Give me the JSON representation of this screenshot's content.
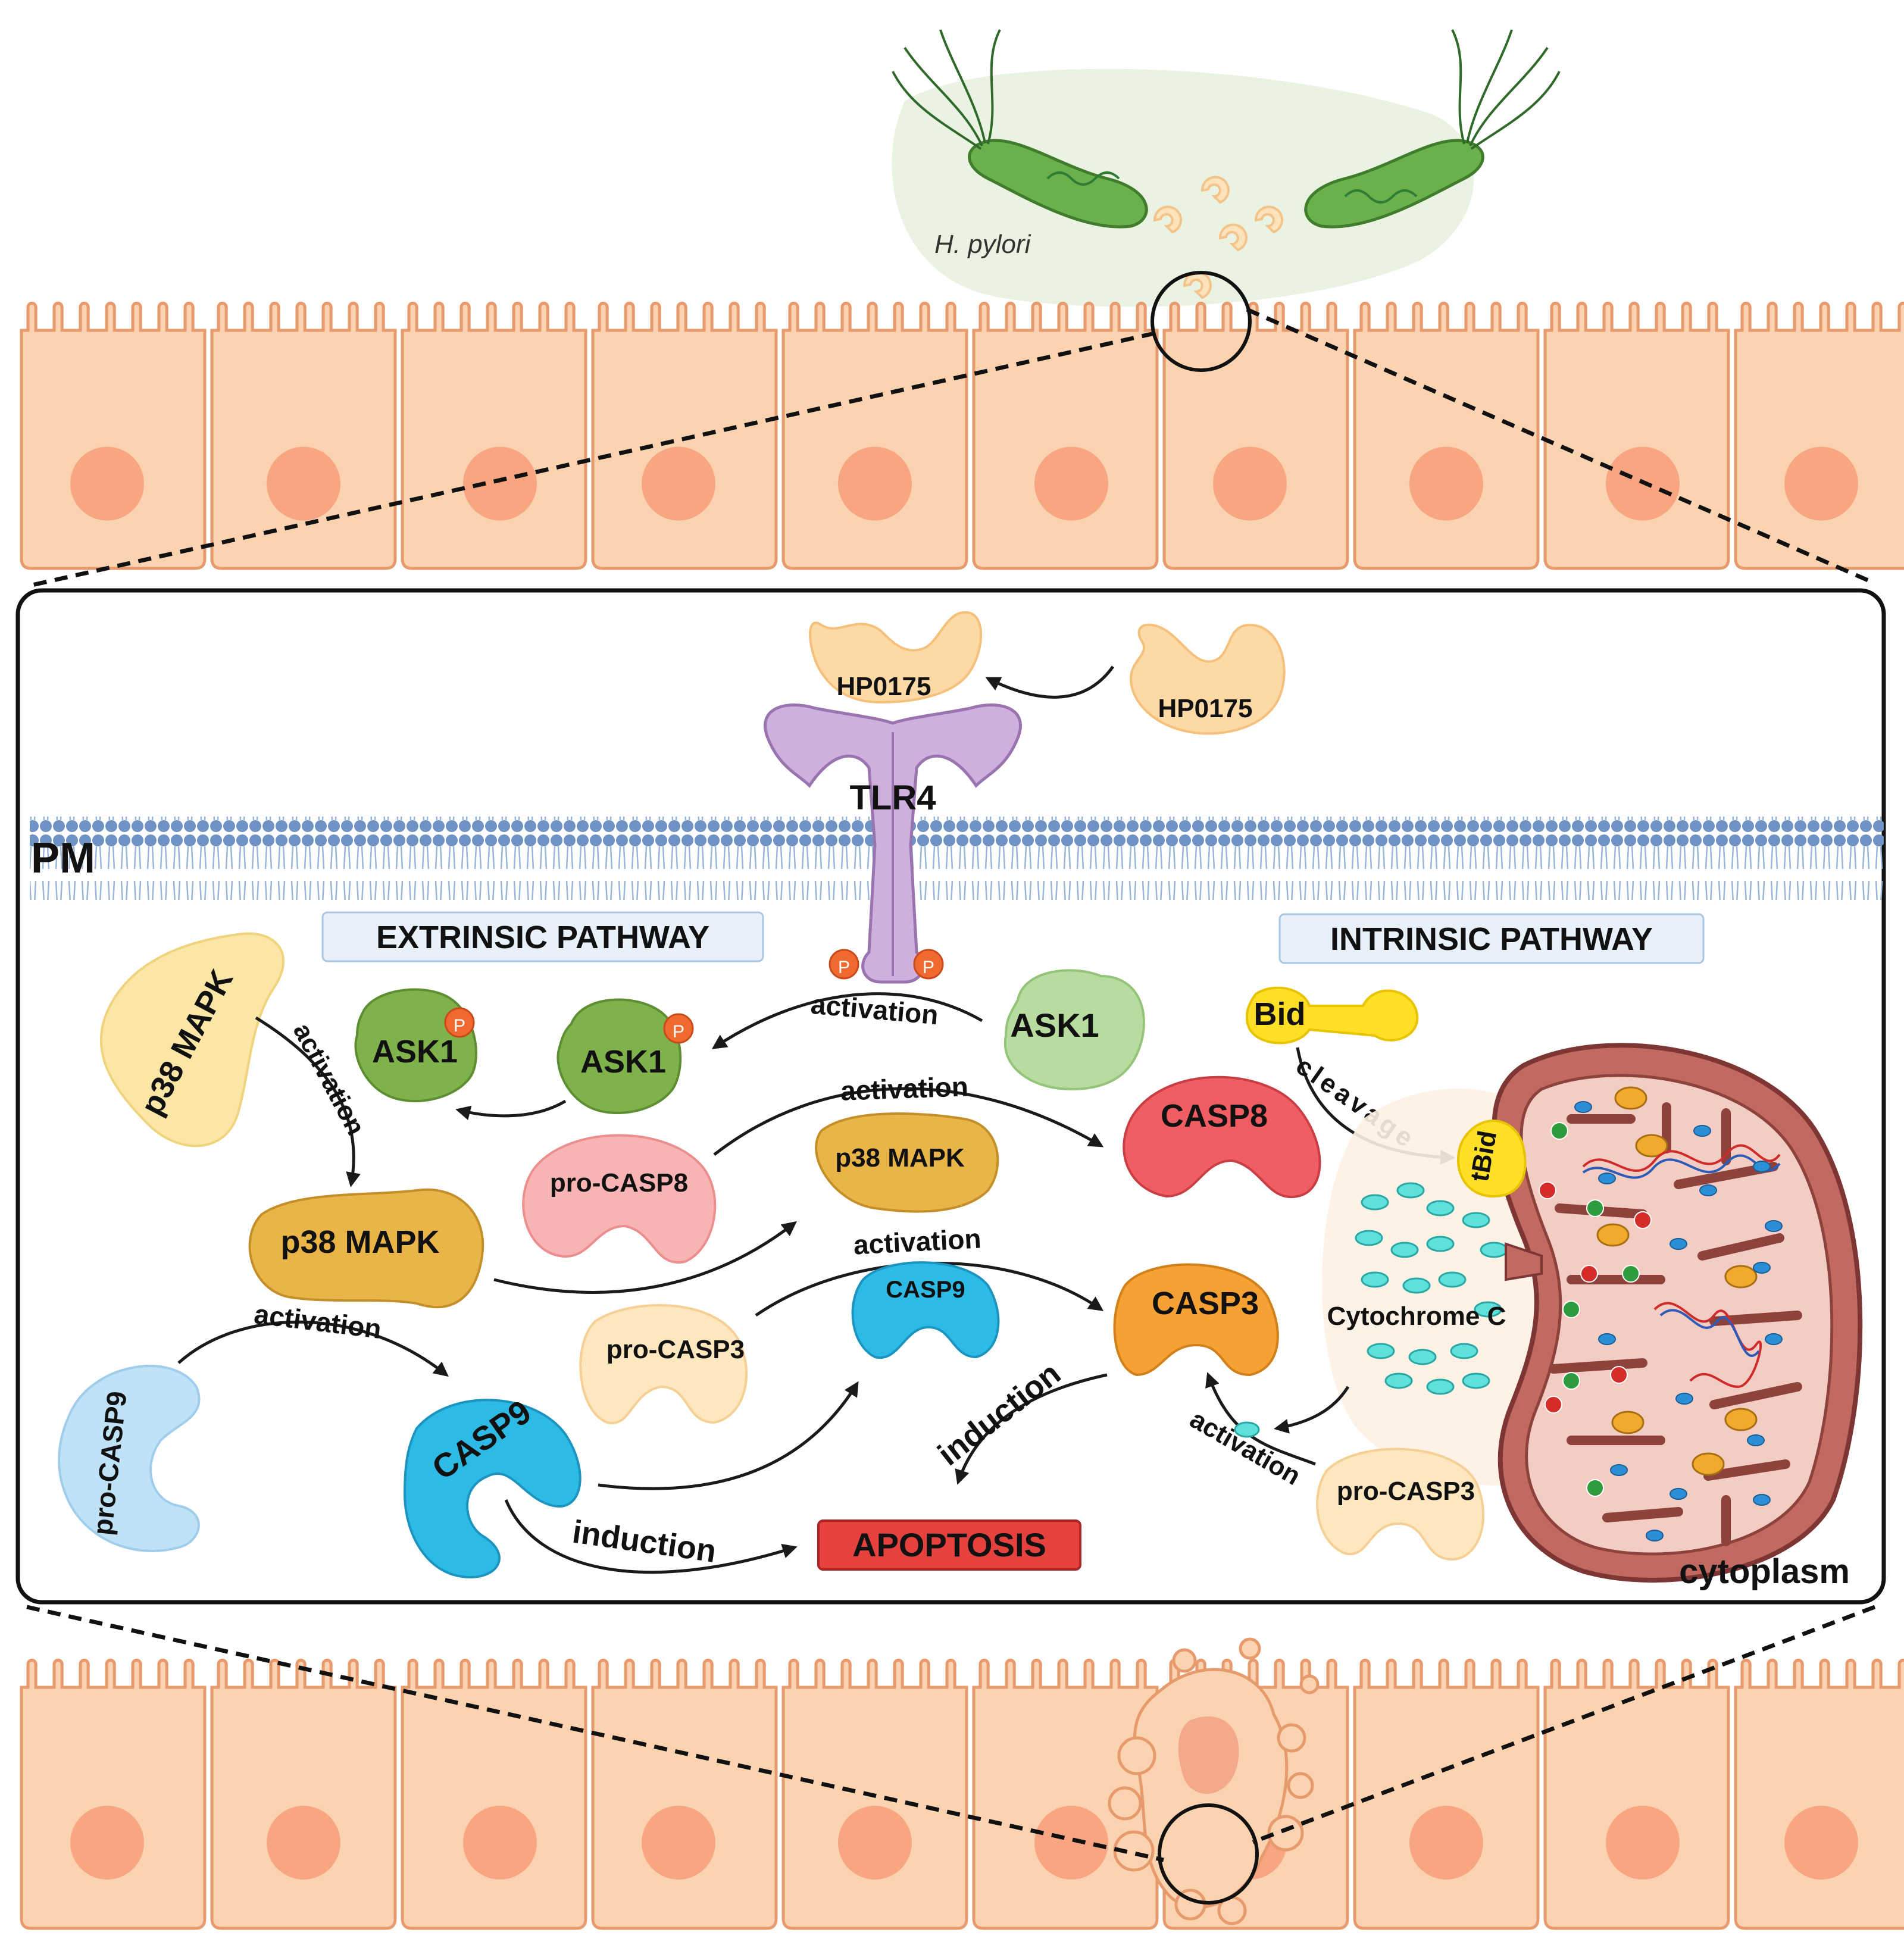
{
  "top": {
    "bacteria_label": "H. pylori"
  },
  "membrane": {
    "label": "PM"
  },
  "pathways": {
    "extrinsic": "EXTRINSIC PATHWAY",
    "intrinsic": "INTRINSIC PATHWAY"
  },
  "proteins": {
    "hp0175_bound": "HP0175",
    "hp0175_free": "HP0175",
    "tlr4": "TLR4",
    "ask1_free": "ASK1",
    "ask1_p_mid": "ASK1",
    "ask1_p_left": "ASK1",
    "p38_inactive": "p38 MAPK",
    "p38_active": "p38 MAPK",
    "p38_mid": "p38 MAPK",
    "pro_casp8": "pro-CASP8",
    "casp8": "CASP8",
    "pro_casp9": "pro-CASP9",
    "casp9_large": "CASP9",
    "casp9_small": "CASP9",
    "pro_casp3_mid": "pro-CASP3",
    "pro_casp3_right": "pro-CASP3",
    "casp3": "CASP3",
    "bid": "Bid",
    "tbid": "tBid",
    "cytochrome": "Cytochrome C",
    "phospho": "P"
  },
  "actions": {
    "activation_ask1": "activation",
    "activation_p38": "activation",
    "activation_casp8": "activation",
    "activation_casp9": "activation",
    "activation_casp3_mid": "activation",
    "activation_casp3_right": "activation",
    "cleavage": "cleavage",
    "induction_casp9": "induction",
    "induction_casp3": "induction"
  },
  "outcome": {
    "apoptosis": "APOPTOSIS"
  },
  "compartment": {
    "cytoplasm": "cytoplasm"
  },
  "colors": {
    "cell": "#fbd3b0",
    "cell_stroke": "#e79a6c",
    "nucleus": "#f8a582",
    "bacteria": "#6ab04c",
    "ask1_green": "#7fb24a",
    "ask1_light": "#b8dca0",
    "p38": "#e9b448",
    "p38_light": "#fbe6a6",
    "casp8": "#f05d63",
    "procasp8": "#f8b4b4",
    "casp9": "#2dbbe6",
    "procasp9": "#bfe2f6",
    "casp3": "#f6a133",
    "procasp3": "#fde7bf",
    "tlr4": "#c8a9d8",
    "hp0175": "#fdd7a0",
    "bid": "#ffe027",
    "mito": "#c26a62",
    "apoptosis": "#e5413f",
    "pathway_box": "#e8f1fa"
  }
}
